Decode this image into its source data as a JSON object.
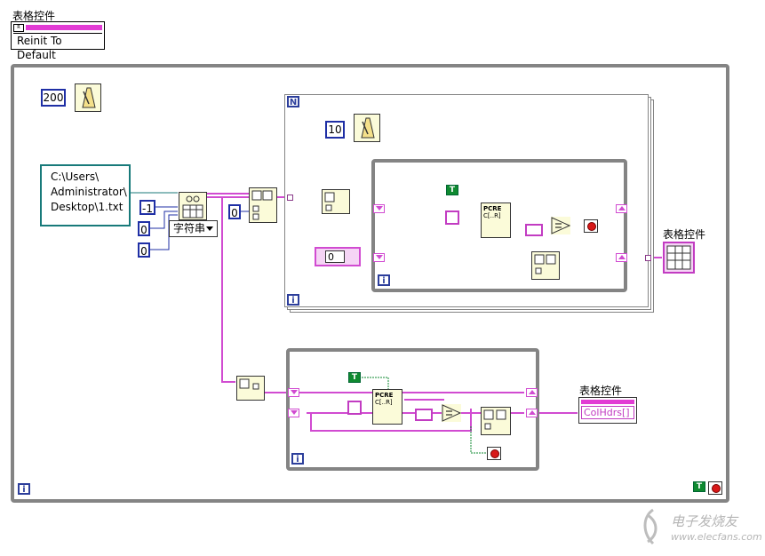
{
  "invoke_node": {
    "label": "表格控件",
    "method": "Reinit To Default"
  },
  "constants": {
    "wait_outer": "200",
    "wait_inner": "10",
    "path": [
      "C:\\Users\\",
      "Administrator\\",
      "Desktop\\1.txt"
    ],
    "delimiter": "-1",
    "zero_a": "0",
    "zero_b": "0",
    "zero_c": "0",
    "shift_reg_init": "0"
  },
  "combo": {
    "value": "字符串"
  },
  "loops": {
    "for_count": "N",
    "iteration": "i"
  },
  "bool_true": "T",
  "match_pattern": {
    "title": "PCRE",
    "sub": "C[..R]"
  },
  "table_terminal": {
    "label": "表格控件"
  },
  "property_node": {
    "label": "表格控件",
    "property": "ColHdrs[]"
  },
  "watermark": {
    "name": "电子发烧友",
    "url": "www.elecfans.com"
  },
  "colors": {
    "string_wire": "#d14bd1",
    "int_wire": "#1f2fa5",
    "bool_wire": "#0f8a30",
    "loop_border": "#848484"
  }
}
